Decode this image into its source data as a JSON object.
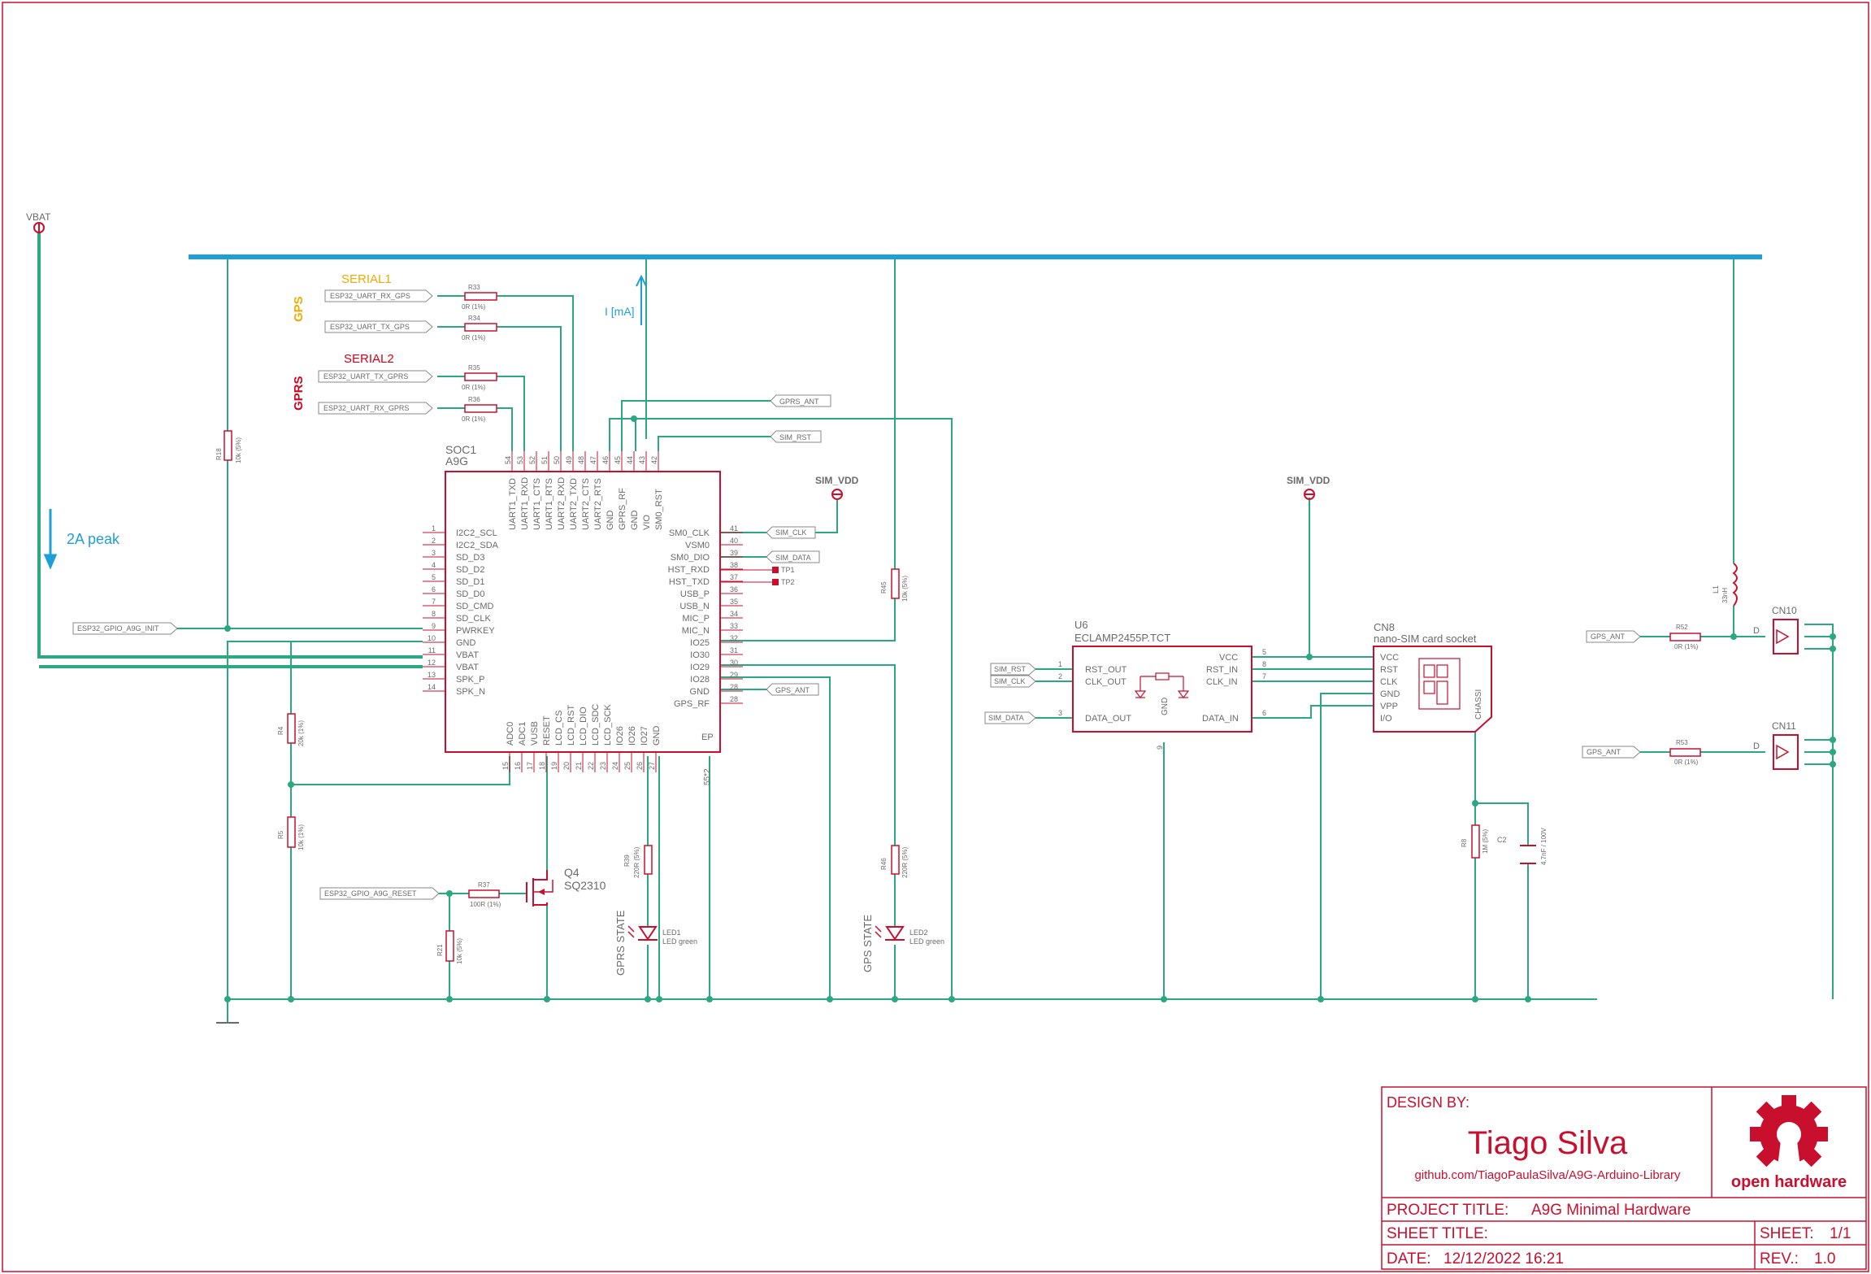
{
  "power": {
    "vbat": "VBAT",
    "sim_vdd_1": "SIM_VDD",
    "sim_vdd_2": "SIM_VDD"
  },
  "annotations": {
    "current_ma": "I [mA]",
    "peak": "2A peak",
    "gps_group": "GPS",
    "gprs_group": "GPRS",
    "serial1": "SERIAL1",
    "serial2": "SERIAL2",
    "gprs_state": "GPRS STATE",
    "gps_state": "GPS STATE"
  },
  "net_labels": {
    "gps_rx": "ESP32_UART_RX_GPS",
    "gps_tx": "ESP32_UART_TX_GPS",
    "gprs_tx": "ESP32_UART_TX_GPRS",
    "gprs_rx": "ESP32_UART_RX_GPRS",
    "gprs_ant": "GPRS_ANT",
    "sim_rst": "SIM_RST",
    "sim_clk": "SIM_CLK",
    "sim_data": "SIM_DATA",
    "gps_ant": "GPS_ANT",
    "gpio_init": "ESP32_GPIO_A9G_INIT",
    "gpio_reset": "ESP32_GPIO_A9G_RESET",
    "tp1": "TP1",
    "tp2": "TP2"
  },
  "soc1": {
    "ref": "SOC1",
    "value": "A9G",
    "left_pins": [
      {
        "num": "1",
        "name": "I2C2_SCL"
      },
      {
        "num": "2",
        "name": "I2C2_SDA"
      },
      {
        "num": "3",
        "name": "SD_D3"
      },
      {
        "num": "4",
        "name": "SD_D2"
      },
      {
        "num": "5",
        "name": "SD_D1"
      },
      {
        "num": "6",
        "name": "SD_D0"
      },
      {
        "num": "7",
        "name": "SD_CMD"
      },
      {
        "num": "8",
        "name": "SD_CLK"
      },
      {
        "num": "9",
        "name": "PWRKEY"
      },
      {
        "num": "10",
        "name": "GND"
      },
      {
        "num": "11",
        "name": "VBAT"
      },
      {
        "num": "12",
        "name": "VBAT"
      },
      {
        "num": "13",
        "name": "SPK_P"
      },
      {
        "num": "14",
        "name": "SPK_N"
      }
    ],
    "right_pins": [
      {
        "num": "41",
        "name": "SM0_CLK"
      },
      {
        "num": "40",
        "name": "VSM0"
      },
      {
        "num": "39",
        "name": "SM0_DIO"
      },
      {
        "num": "38",
        "name": "HST_RXD"
      },
      {
        "num": "37",
        "name": "HST_TXD"
      },
      {
        "num": "36",
        "name": "USB_P"
      },
      {
        "num": "35",
        "name": "USB_N"
      },
      {
        "num": "34",
        "name": "MIC_P"
      },
      {
        "num": "33",
        "name": "MIC_N"
      },
      {
        "num": "32",
        "name": "IO25"
      },
      {
        "num": "31",
        "name": "IO30"
      },
      {
        "num": "30",
        "name": "IO29"
      },
      {
        "num": "29",
        "name": "IO28"
      },
      {
        "num": "28",
        "name": "GND"
      },
      {
        "num": "",
        "name": "GPS_RF"
      }
    ],
    "top_pins": [
      {
        "num": "54",
        "name": "UART1_TXD"
      },
      {
        "num": "53",
        "name": "UART1_RXD"
      },
      {
        "num": "52",
        "name": "UART1_CTS"
      },
      {
        "num": "51",
        "name": "UART1_RTS"
      },
      {
        "num": "50",
        "name": "UART2_RXD"
      },
      {
        "num": "49",
        "name": "UART2_TXD"
      },
      {
        "num": "48",
        "name": "UART2_CTS"
      },
      {
        "num": "47",
        "name": "UART2_RTS"
      },
      {
        "num": "46",
        "name": "GND"
      },
      {
        "num": "45",
        "name": "GPRS_RF"
      },
      {
        "num": "44",
        "name": "GND"
      },
      {
        "num": "43",
        "name": "VIO"
      },
      {
        "num": "42",
        "name": "SM0_RST"
      }
    ],
    "bottom_pins": [
      {
        "num": "15",
        "name": "ADC0"
      },
      {
        "num": "16",
        "name": "ADC1"
      },
      {
        "num": "17",
        "name": "VUSB"
      },
      {
        "num": "18",
        "name": "RESET"
      },
      {
        "num": "19",
        "name": "LCD_CS"
      },
      {
        "num": "20",
        "name": "LCD_RST"
      },
      {
        "num": "21",
        "name": "LCD_DIO"
      },
      {
        "num": "22",
        "name": "LCD_SDC"
      },
      {
        "num": "23",
        "name": "LCD_SCK"
      },
      {
        "num": "24",
        "name": "IO26"
      },
      {
        "num": "25",
        "name": "IO26"
      },
      {
        "num": "26",
        "name": "IO27"
      },
      {
        "num": "27",
        "name": "GND"
      }
    ],
    "ep_label": "EP",
    "ep_pin": "55*2",
    "extra_pin_nums": [
      "28"
    ]
  },
  "resistors": {
    "r33": {
      "ref": "R33",
      "value": "0R (1%)"
    },
    "r34": {
      "ref": "R34",
      "value": "0R (1%)"
    },
    "r35": {
      "ref": "R35",
      "value": "0R (1%)"
    },
    "r36": {
      "ref": "R36",
      "value": "0R (1%)"
    },
    "r18": {
      "ref": "R18",
      "value": "10k (5%)"
    },
    "r4": {
      "ref": "R4",
      "value": "20k (1%)"
    },
    "r5": {
      "ref": "R5",
      "value": "10k (1%)"
    },
    "r37": {
      "ref": "R37",
      "value": "100R (1%)"
    },
    "r21": {
      "ref": "R21",
      "value": "10k (5%)"
    },
    "r39": {
      "ref": "R39",
      "value": "220R (5%)"
    },
    "r45": {
      "ref": "R45",
      "value": "10k (5%)"
    },
    "r46": {
      "ref": "R46",
      "value": "220R (5%)"
    },
    "r8": {
      "ref": "R8",
      "value": "1M (5%)"
    },
    "r52": {
      "ref": "R52",
      "value": "0R (1%)"
    },
    "r53": {
      "ref": "R53",
      "value": "0R (1%)"
    }
  },
  "q4": {
    "ref": "Q4",
    "value": "SQ2310"
  },
  "leds": {
    "led1": {
      "ref": "LED1",
      "value": "LED green"
    },
    "led2": {
      "ref": "LED2",
      "value": "LED green"
    }
  },
  "u6": {
    "ref": "U6",
    "value": "ECLAMP2455P.TCT",
    "left_pins": [
      {
        "num": "1",
        "name": "RST_OUT"
      },
      {
        "num": "2",
        "name": "CLK_OUT"
      },
      {
        "num": "3",
        "name": "DATA_OUT"
      }
    ],
    "right_pins": [
      {
        "num": "5",
        "name": "VCC"
      },
      {
        "num": "8",
        "name": "RST_IN"
      },
      {
        "num": "7",
        "name": "CLK_IN"
      },
      {
        "num": "6",
        "name": "DATA_IN"
      }
    ],
    "gnd_label": "GND",
    "gnd_pin": "9"
  },
  "cn8": {
    "ref": "CN8",
    "value": "nano-SIM card socket",
    "pins": [
      "VCC",
      "RST",
      "CLK",
      "GND",
      "VPP",
      "I/O"
    ],
    "chassis": "CHASSI"
  },
  "c2": {
    "ref": "C2",
    "value": "4.7nF / 100V"
  },
  "l1": {
    "ref": "L1",
    "value": "33nH"
  },
  "connectors": {
    "cn10": "CN10",
    "cn11": "CN11",
    "pin_d": "D"
  },
  "title_block": {
    "design_by_label": "DESIGN BY:",
    "author": "Tiago Silva",
    "url": "github.com/TiagoPaulaSilva/A9G-Arduino-Library",
    "project_label": "PROJECT TITLE:",
    "project": "A9G Minimal Hardware",
    "sheet_title_label": "SHEET TITLE:",
    "sheet_title": "",
    "sheet_label": "SHEET:",
    "sheet": "1/1",
    "date_label": "DATE:",
    "date": "12/12/2022 16:21",
    "rev_label": "REV.:",
    "rev": "1.0",
    "logo_text": "open hardware"
  },
  "colors": {
    "schematic": "#c8102e",
    "wire": "#2ba882",
    "bus": "#1f9fd8",
    "serial1": "#f2a900",
    "serial2": "#d0021b",
    "text": "#6a6a6a"
  }
}
